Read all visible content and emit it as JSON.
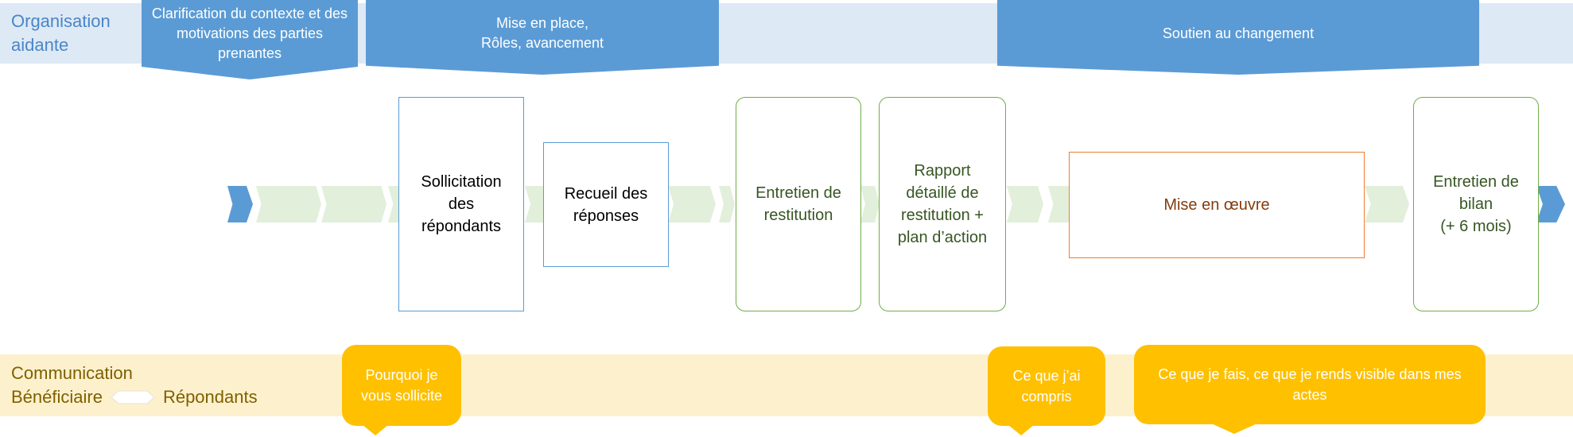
{
  "lanes": {
    "top_label": "Organisation\naidante",
    "bottom_label_line1": "Communication",
    "bottom_label_left": "Bénéficiaire",
    "bottom_label_right": "Répondants"
  },
  "phases": [
    "Clarification du contexte et des motivations des parties prenantes",
    "Mise en place,\nRôles, avancement",
    "Soutien au changement"
  ],
  "steps": [
    "Sollicitation\ndes\nrépondants",
    "Recueil des\nréponses",
    "Entretien de\nrestitution",
    "Rapport\ndétaillé de\nrestitution +\nplan d’action",
    "Mise en œuvre",
    "Entretien  de\nbilan\n(+ 6 mois)"
  ],
  "messages": [
    "Pourquoi je\nvous sollicite",
    "Ce que j’ai\ncompris",
    "Ce que je fais, ce que je rends visible dans mes actes"
  ],
  "colors": {
    "phase_blue": "#5b9bd5",
    "top_band": "#dde9f5",
    "process_line": "#e2efda",
    "green_step": "#70ad47",
    "orange_step": "#ed7d31",
    "callout_gold": "#ffc000",
    "bottom_band": "#fdf1cd"
  }
}
